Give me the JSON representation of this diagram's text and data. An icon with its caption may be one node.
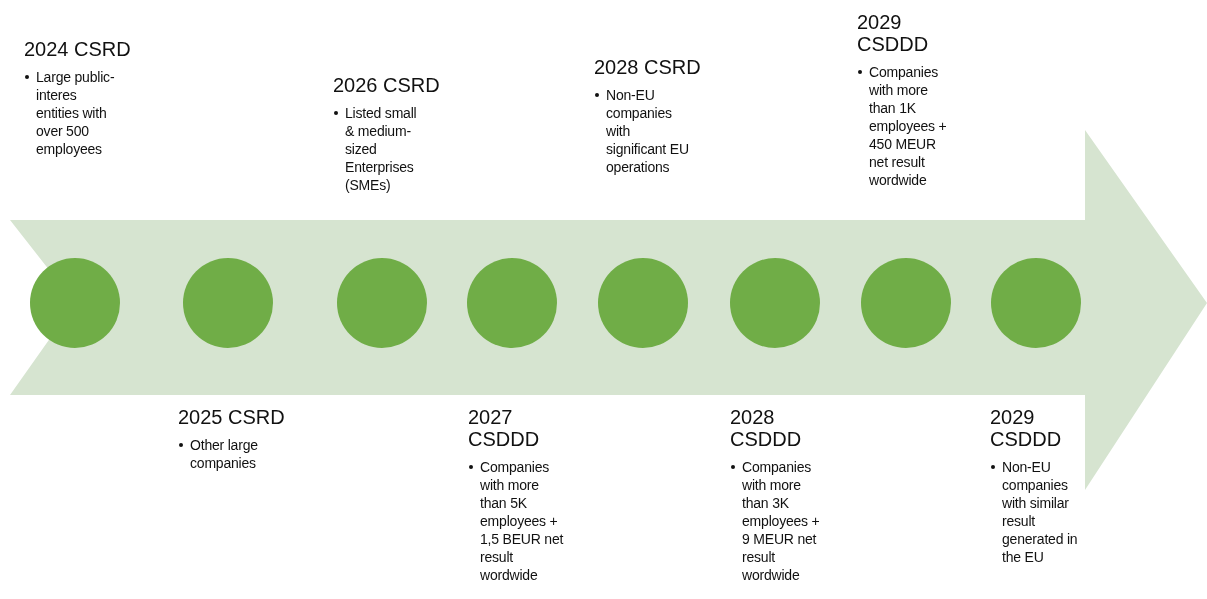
{
  "diagram": {
    "nodes": [
      {
        "text": [],
        "shape": "circle",
        "beside": [
          "2024 CSRD",
          "Large public-interes entities with over 500 employees"
        ]
      },
      {
        "text": [],
        "shape": "circle",
        "beside": [
          "2025 CSRD",
          "Other large companies"
        ]
      },
      {
        "text": [],
        "shape": "circle",
        "beside": [
          "2026 CSRD",
          "Listed small & medium-sized Enterprises (SMEs)"
        ]
      },
      {
        "text": [],
        "shape": "circle",
        "beside": [
          "2027 CSDDD",
          "Companies with more than 5K employees + 1,5 BEUR net result wordwide"
        ]
      },
      {
        "text": [],
        "shape": "circle",
        "beside": [
          "2028 CSRD",
          "Non-EU companies with significant EU operations"
        ]
      },
      {
        "text": [],
        "shape": "circle",
        "beside": [
          "2028 CSDDD",
          "Companies with more than 3K employees + 9 MEUR net result wordwide"
        ]
      },
      {
        "text": [],
        "shape": "circle",
        "beside": [
          "2029 CSDDD",
          "Companies with more than 1K employees + 450 MEUR net result wordwide"
        ]
      },
      {
        "text": [],
        "shape": "circle",
        "beside": [
          "2029 CSDDD",
          "Non-EU companies with similar result generated in the EU"
        ]
      }
    ]
  }
}
